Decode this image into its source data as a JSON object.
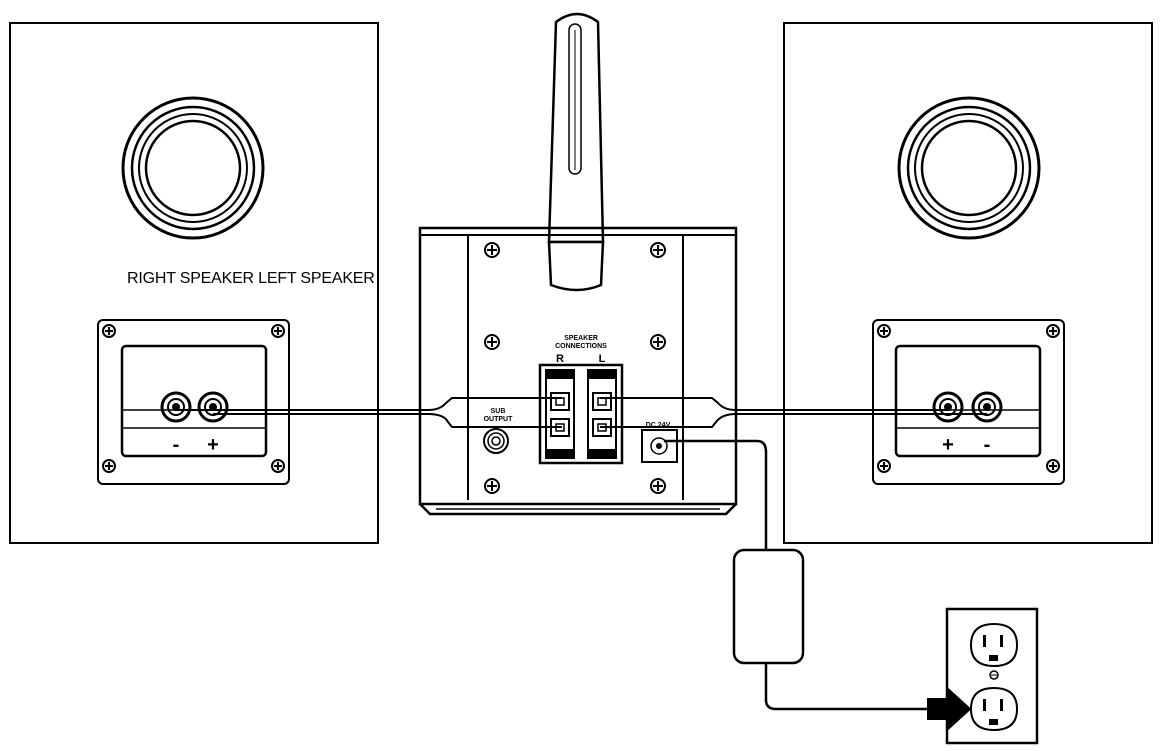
{
  "caption": "RIGHT SPEAKER LEFT SPEAKER",
  "amp": {
    "speaker_connections_line1": "SPEAKER",
    "speaker_connections_line2": "CONNECTIONS",
    "channel_r": "R",
    "channel_l": "L",
    "sub_output_line1": "SUB",
    "sub_output_line2": "OUTPUT",
    "dc_label": "DC 24V"
  },
  "left_terminal_signs": {
    "minus": "-",
    "plus": "+"
  },
  "right_terminal_signs": {
    "plus": "+",
    "minus": "-"
  }
}
